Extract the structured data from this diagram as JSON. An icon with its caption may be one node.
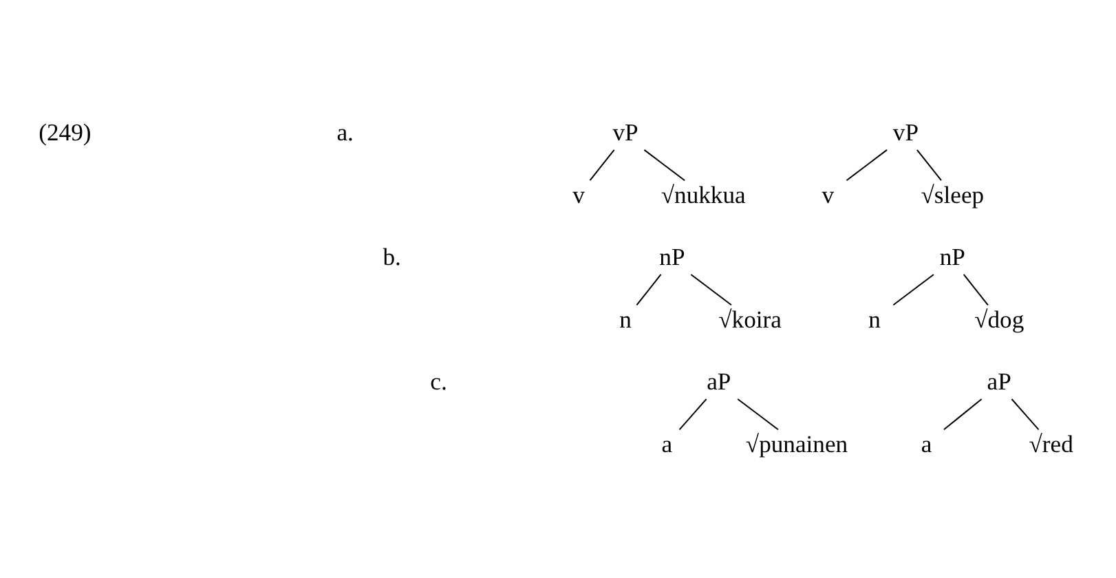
{
  "diagram": {
    "nodes": [
      {
        "text": [
          "vP"
        ]
      },
      {
        "text": [
          "vP"
        ]
      },
      {
        "text": [
          "v"
        ]
      },
      {
        "text": [
          "√nukkua"
        ]
      },
      {
        "text": [
          "v"
        ]
      },
      {
        "text": [
          "√sleep"
        ]
      },
      {
        "text": [
          "nP"
        ]
      },
      {
        "text": [
          "nP"
        ]
      },
      {
        "text": [
          "n"
        ]
      },
      {
        "text": [
          "√koira"
        ]
      },
      {
        "text": [
          "n"
        ]
      },
      {
        "text": [
          "√dog"
        ]
      },
      {
        "text": [
          "aP"
        ]
      },
      {
        "text": [
          "aP"
        ]
      },
      {
        "text": [
          "a"
        ]
      },
      {
        "text": [
          "√punainen"
        ]
      },
      {
        "text": [
          "a"
        ]
      },
      {
        "text": [
          "√red"
        ]
      }
    ],
    "edges": [
      {
        "from": 0,
        "to": 2,
        "arrow": "none"
      },
      {
        "from": 0,
        "to": 3,
        "arrow": "none"
      },
      {
        "from": 1,
        "to": 4,
        "arrow": "none"
      },
      {
        "from": 1,
        "to": 5,
        "arrow": "none"
      },
      {
        "from": 6,
        "to": 8,
        "arrow": "none"
      },
      {
        "from": 6,
        "to": 9,
        "arrow": "none"
      },
      {
        "from": 7,
        "to": 10,
        "arrow": "none"
      },
      {
        "from": 7,
        "to": 11,
        "arrow": "none"
      },
      {
        "from": 12,
        "to": 14,
        "arrow": "none"
      },
      {
        "from": 12,
        "to": 15,
        "arrow": "none"
      },
      {
        "from": 13,
        "to": 16,
        "arrow": "none"
      },
      {
        "from": 13,
        "to": 17,
        "arrow": "none"
      }
    ],
    "labels": [
      "(249)",
      "a.",
      "b.",
      "c."
    ]
  }
}
